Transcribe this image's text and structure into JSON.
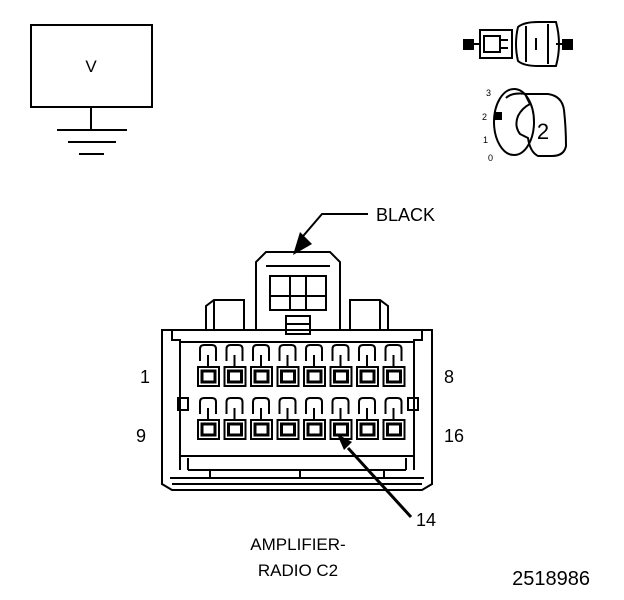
{
  "meter": {
    "label": "V"
  },
  "key_position": {
    "numbers": [
      "3",
      "2",
      "1",
      "0"
    ],
    "selected": "2"
  },
  "connector": {
    "color_label": "BLACK",
    "name_line1": "AMPLIFIER-",
    "name_line2": "RADIO C2",
    "row1_left": "1",
    "row1_right": "8",
    "row2_left": "9",
    "row2_right": "16",
    "pin_callout": "14",
    "pins_per_row": 8,
    "highlighted_pin": 14
  },
  "figure_number": "2518986"
}
